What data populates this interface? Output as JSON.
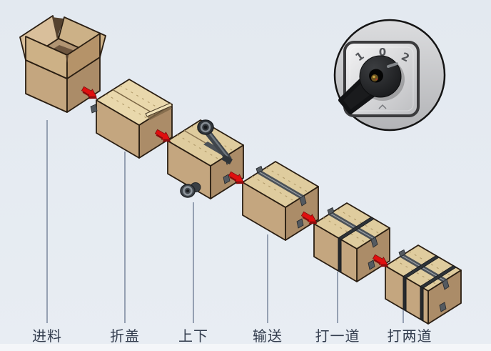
{
  "process": {
    "stages": [
      {
        "id": "feed",
        "label": "进料"
      },
      {
        "id": "fold-cover",
        "label": "折盖"
      },
      {
        "id": "top-bottom-seal",
        "label": "上下"
      },
      {
        "id": "convey",
        "label": "输送"
      },
      {
        "id": "single-strap",
        "label": "打一道"
      },
      {
        "id": "double-strap",
        "label": "打两道"
      }
    ]
  },
  "selector_switch": {
    "positions": [
      "1",
      "0",
      "2"
    ],
    "paddle_direction": "lower-left"
  },
  "colors": {
    "background_top": "#e3e9f0",
    "background_bottom": "#e8edf3",
    "footer_strip": "#f4f6f9",
    "carton_top": "#dfcc9e",
    "carton_top_light": "#e9d8ac",
    "carton_front": "#c4a67f",
    "carton_side": "#ab8c68",
    "carton_outline": "#2a1e12",
    "carton_interior": "#6e563f",
    "flap_inner": "#d9bf9b",
    "tape_dark": "#4b5157",
    "tape_highlight": "#9aa0a6",
    "strap_black": "#2e3338",
    "arrow_red": "#e00f0f",
    "arrow_red_dark": "#8f0d0d",
    "leader_line": "#5f6e88",
    "label_text": "#333d4e",
    "tab_gray": "#545a60"
  }
}
